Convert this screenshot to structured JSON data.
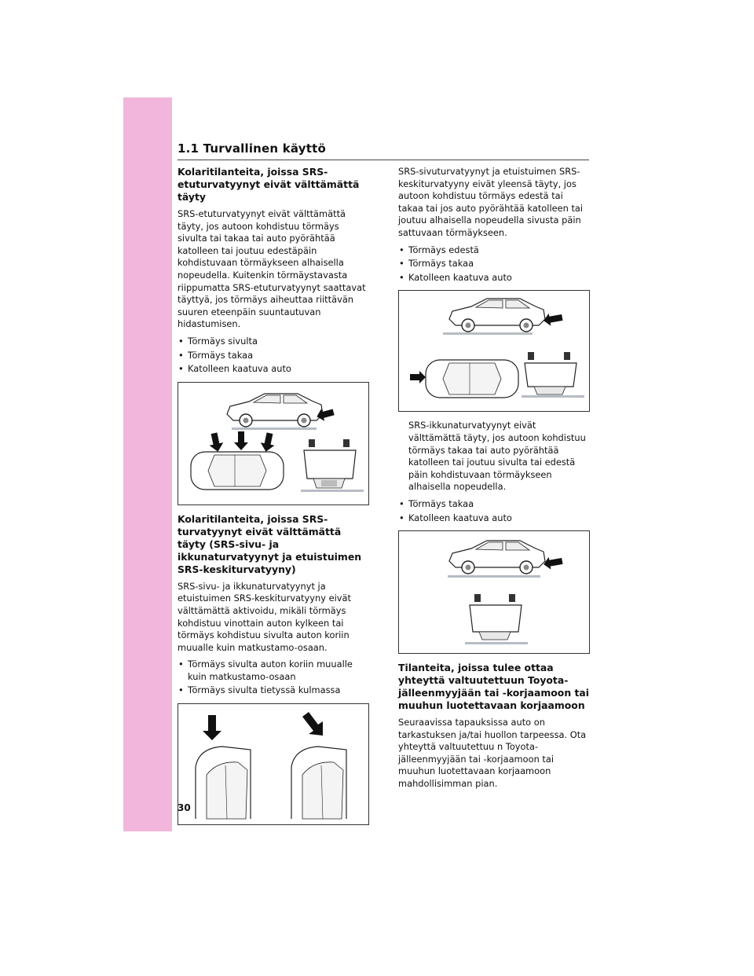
{
  "header": {
    "title": "1.1 Turvallinen käyttö"
  },
  "page_number": "30",
  "left": {
    "h1": "Kolaritilanteita, joissa SRS-etuturvatyynyt eivät välttämättä täyty",
    "p1": "SRS-etuturvatyynyt eivät välttämättä täyty, jos autoon kohdistuu törmäys sivulta tai takaa tai auto pyörähtää katolleen tai joutuu edestäpäin kohdistuvaan törmäykseen alhaisella nopeudella. Kuitenkin törmäystavasta riippumatta SRS-etuturvatyynyt saattavat täyttyä, jos törmäys aiheuttaa riittävän suuren eteenpäin suuntautuvan hidastumisen.",
    "list1": [
      "Törmäys sivulta",
      "Törmäys takaa",
      "Katolleen kaatuva auto"
    ],
    "h2": "Kolaritilanteita, joissa SRS-turvatyynyt eivät välttämättä täyty (SRS-sivu- ja ikkunaturvatyynyt ja etuistuimen SRS-keskiturvatyyny)",
    "p2": "SRS-sivu- ja ikkunaturvatyynyt ja etuistuimen SRS-keskiturvatyyny eivät välttämättä aktivoidu, mikäli törmäys kohdistuu vinottain auton kylkeen tai törmäys kohdistuu sivulta auton koriin muualle kuin matkustamo-osaan.",
    "list2": [
      "Törmäys sivulta auton koriin muualle kuin matkustamo-osaan",
      "Törmäys sivulta tietyssä kulmassa"
    ]
  },
  "right": {
    "p1": "SRS-sivuturvatyynyt ja etuistuimen SRS-keskiturvatyyny eivät yleensä täyty, jos autoon kohdistuu törmäys edestä tai takaa tai jos auto pyörähtää katolleen tai joutuu alhaisella nopeudella sivusta päin sattuvaan törmäykseen.",
    "list1": [
      "Törmäys edestä",
      "Törmäys takaa",
      "Katolleen kaatuva auto"
    ],
    "p2": "SRS-ikkunaturvatyynyt eivät välttämättä täyty, jos autoon kohdistuu törmäys takaa tai auto pyörähtää katolleen tai joutuu sivulta tai edestä päin kohdistuvaan törmäykseen alhaisella nopeudella.",
    "list2": [
      "Törmäys takaa",
      "Katolleen kaatuva auto"
    ],
    "h1": "Tilanteita, joissa tulee ottaa yhteyttä valtuutettuun Toyota-jälleenmyyjään tai -korjaamoon tai muuhun luotettavaan korjaamoon",
    "p3": "Seuraavissa tapauksissa auto on tarkastuksen ja/tai huollon tarpeessa. Ota yhteyttä valtuutettuu n Toyota-jälleenmyyjään tai -korjaamoon tai muuhun luotettavaan korjaamoon mahdollisimman pian."
  },
  "colors": {
    "side_tab": "#f2b6dc",
    "ground": "#b7bcc4",
    "arrow": "#111111"
  }
}
